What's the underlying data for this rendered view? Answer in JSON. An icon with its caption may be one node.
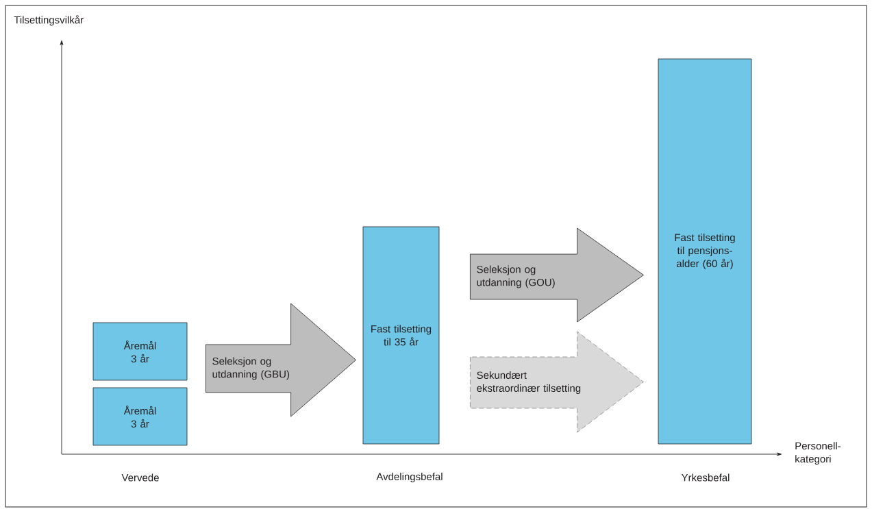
{
  "diagram": {
    "nodes": [
      {
        "text": [
          "Åremål 3 år"
        ]
      },
      {
        "text": [
          "Åremål 3 år"
        ]
      },
      {
        "text": [
          "Fast tilsetting til 35 år"
        ]
      },
      {
        "text": [
          "Fast tilsetting til pensjons-alder (60 år)"
        ]
      }
    ],
    "edges": [
      {
        "from": 0,
        "to": 2,
        "arrow": "to",
        "label": "Seleksjon og utdanning (GBU)"
      },
      {
        "from": 1,
        "to": 2,
        "arrow": "to"
      },
      {
        "from": 2,
        "to": 3,
        "arrow": "to",
        "label": "Seleksjon og utdanning (GOU)"
      },
      {
        "from": 2,
        "to": 3,
        "arrow": "to",
        "label": "Sekundært ekstraordinær tilsetting",
        "style": "dashed",
        "color": "#d9d9d9"
      }
    ],
    "labels": [
      "Tilsettingsvilkår",
      "Personell-kategori",
      "Vervede",
      "Avdelingsbefal",
      "Yrkesbefal"
    ]
  }
}
